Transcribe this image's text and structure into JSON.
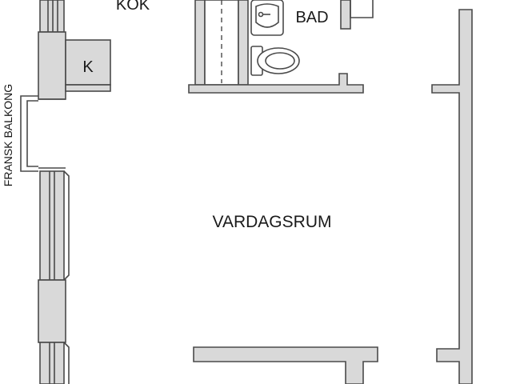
{
  "plan": {
    "rooms": {
      "kitchen": "KÖK",
      "bathroom": "BAD",
      "living_room": "VARDAGSRUM",
      "closet": "K"
    },
    "balcony_label": "FRANSK BALKONG"
  }
}
